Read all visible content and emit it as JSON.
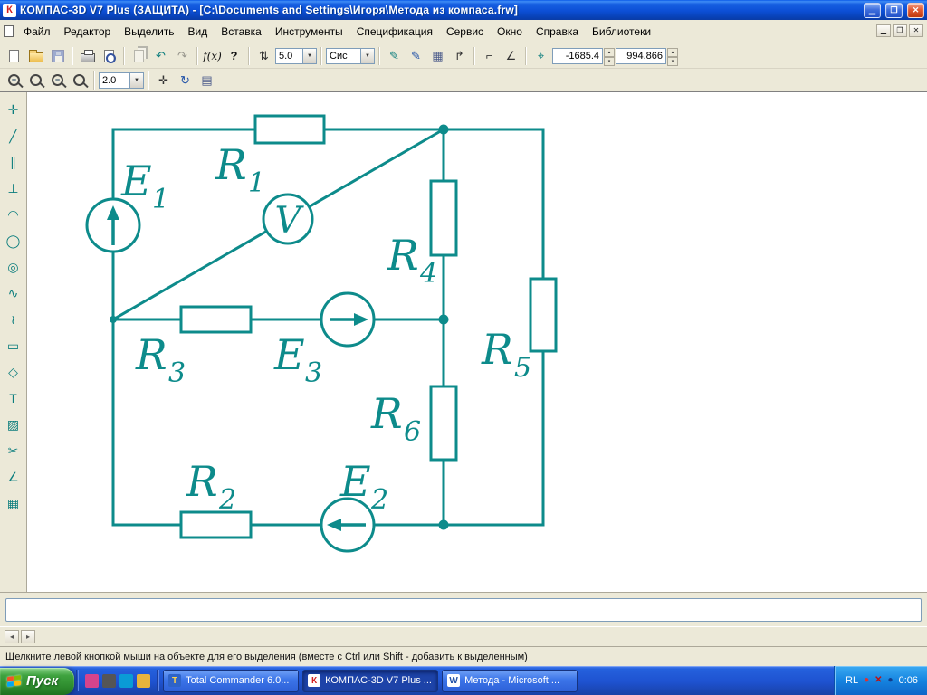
{
  "window": {
    "title": "КОМПАС-3D V7 Plus (ЗАЩИТА) - [C:\\Documents and Settings\\Игоря\\Метода из компаса.frw]",
    "app_icon_letter": "К",
    "controls": {
      "minimize": "▁",
      "maximize": "❐",
      "close": "✕"
    }
  },
  "menu": {
    "items": [
      "Файл",
      "Редактор",
      "Выделить",
      "Вид",
      "Вставка",
      "Инструменты",
      "Спецификация",
      "Сервис",
      "Окно",
      "Справка",
      "Библиотеки"
    ],
    "mdi": {
      "minimize": "▁",
      "restore": "❐",
      "close": "✕"
    }
  },
  "toolbar_main": {
    "step_value": "5.0",
    "layer_value": "Сис",
    "x_value": "-1685.4",
    "y_value": "994.866",
    "icons": {
      "undo": "↶",
      "redo": "↷",
      "fx": "f(x)",
      "context_help": "?",
      "pencil": "✎",
      "grid": "▦",
      "ortho": "↱",
      "corner": "⌐",
      "angle": "∠",
      "cursor_coords": "⌖",
      "step_spinner": "⇅",
      "dropdown": "▼",
      "spin_up": "▴",
      "spin_down": "▾"
    }
  },
  "toolbar_view": {
    "zoom_value": "2.0",
    "icons": {
      "zoom_in": "+",
      "zoom_out": "−",
      "pan": "✛",
      "refresh": "↻",
      "page": "▤",
      "dropdown": "▼"
    }
  },
  "left_toolbar": {
    "tools": [
      {
        "name": "pointer-tool",
        "glyph": "✛"
      },
      {
        "name": "line-tool",
        "glyph": "╱"
      },
      {
        "name": "parallel-line-tool",
        "glyph": "∥"
      },
      {
        "name": "perpendicular-line-tool",
        "glyph": "⊥"
      },
      {
        "name": "arc-tool",
        "glyph": "◠"
      },
      {
        "name": "circle-tool",
        "glyph": "◯"
      },
      {
        "name": "circle-by-points-tool",
        "glyph": "◎"
      },
      {
        "name": "spline-tool",
        "glyph": "∿"
      },
      {
        "name": "bezier-tool",
        "glyph": "≀"
      },
      {
        "name": "rectangle-tool",
        "glyph": "▭"
      },
      {
        "name": "polygon-tool",
        "glyph": "◇"
      },
      {
        "name": "text-tool",
        "glyph": "Т"
      },
      {
        "name": "hatch-tool",
        "glyph": "▨"
      },
      {
        "name": "trim-tool",
        "glyph": "✂"
      },
      {
        "name": "angle-dimension-tool",
        "glyph": "∠"
      },
      {
        "name": "grid-tool",
        "glyph": "▦"
      }
    ]
  },
  "circuit": {
    "stroke_color": "#0d8b8b",
    "labels": [
      {
        "main": "E",
        "sub": "1"
      },
      {
        "main": "R",
        "sub": "1"
      },
      {
        "main": "V",
        "sub": ""
      },
      {
        "main": "R",
        "sub": "4"
      },
      {
        "main": "R",
        "sub": "3"
      },
      {
        "main": "E",
        "sub": "3"
      },
      {
        "main": "R",
        "sub": "5"
      },
      {
        "main": "R",
        "sub": "6"
      },
      {
        "main": "R",
        "sub": "2"
      },
      {
        "main": "E",
        "sub": "2"
      }
    ]
  },
  "statusbar": {
    "text": "Щелкните левой кнопкой мыши на объекте для его выделения (вместе с Ctrl или Shift - добавить к выделенным)"
  },
  "scroll": {
    "left": "◂",
    "right": "▸"
  },
  "taskbar": {
    "start_label": "Пуск",
    "tasks": [
      {
        "label": "Total Commander 6.0...",
        "icon_letter": "T"
      },
      {
        "label": "КОМПАС-3D V7 Plus ...",
        "icon_letter": "К"
      },
      {
        "label": "Метода - Microsoft ...",
        "icon_letter": "W"
      }
    ],
    "tray": {
      "lang": "RL",
      "clock": "0:06",
      "icons": [
        {
          "name": "app-tray-icon",
          "glyph": "●"
        },
        {
          "name": "volume-muted-icon",
          "glyph": "✕"
        },
        {
          "name": "network-tray-icon",
          "glyph": "●"
        }
      ]
    }
  }
}
